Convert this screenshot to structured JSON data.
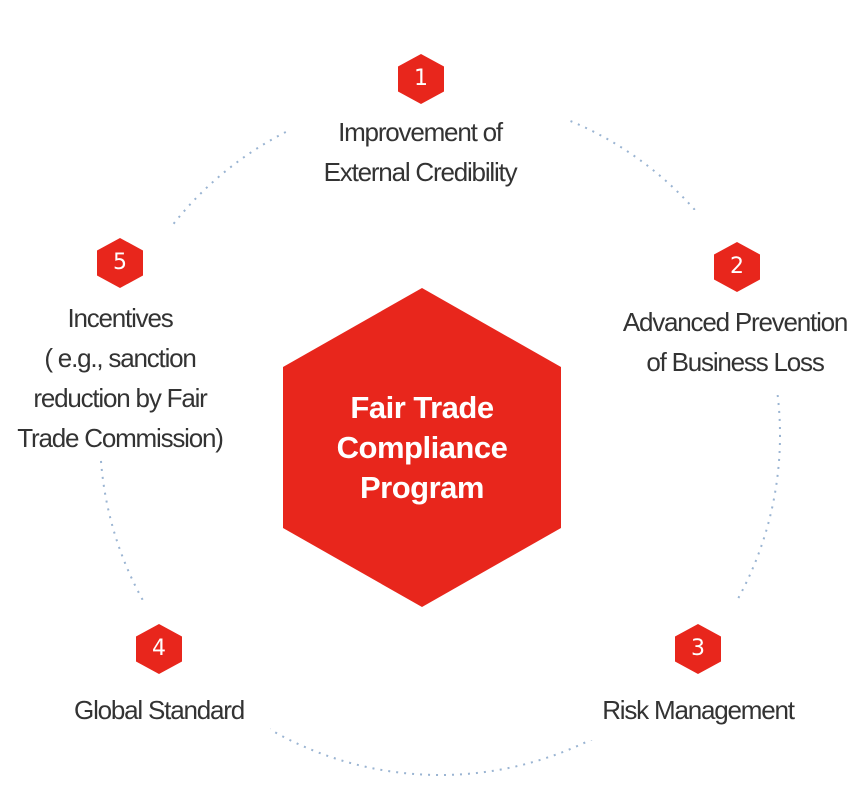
{
  "center": {
    "lines": [
      "Fair Trade",
      "Compliance",
      "Program"
    ]
  },
  "colors": {
    "accent": "#e8261c",
    "dots": "#9ab4d2",
    "text": "#333333"
  },
  "items": [
    {
      "number": "1",
      "lines": [
        "Improvement of",
        "External Credibility"
      ]
    },
    {
      "number": "2",
      "lines": [
        "Advanced Prevention",
        "of Business Loss"
      ]
    },
    {
      "number": "3",
      "lines": [
        "Risk Management"
      ]
    },
    {
      "number": "4",
      "lines": [
        "Global Standard"
      ]
    },
    {
      "number": "5",
      "lines": [
        "Incentives",
        "( e.g., sanction",
        "reduction by Fair",
        "Trade Commission)"
      ]
    }
  ]
}
